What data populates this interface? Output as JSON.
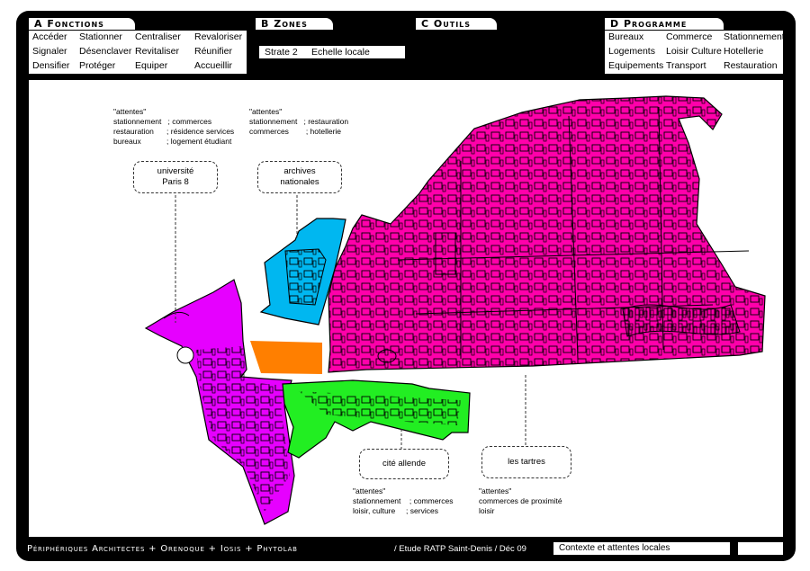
{
  "sections": {
    "fonctions": {
      "title": "A Fonctions",
      "items": [
        "Accéder",
        "Stationner",
        "Centraliser",
        "Revaloriser",
        "Signaler",
        "Désenclaver",
        "Revitaliser",
        "Réunifier",
        "Densifier",
        "Protéger",
        "Equiper",
        "Accueillir"
      ]
    },
    "zones": {
      "title": "B Zones",
      "strate": "Strate 2",
      "echelle": "Echelle locale"
    },
    "outils": {
      "title": "C Outils"
    },
    "programme": {
      "title": "D Programme",
      "items": [
        "Bureaux",
        "Commerce",
        "Stationnement",
        "Logements",
        "Loisir Culture",
        "Hotellerie",
        "Equipements",
        "Transport",
        "Restauration"
      ]
    }
  },
  "map": {
    "colors": {
      "magenta": "#ff00aa",
      "violet": "#e600ff",
      "cyan": "#00b7f0",
      "orange": "#ff7f00",
      "green": "#22ee22"
    },
    "notes": {
      "paris8": "\"attentes\"\nstationnement   ; commerces\nrestauration      ; résidence services\nbureaux            ; logement étudiant",
      "archives": "\"attentes\"\nstationnement   ; restauration\ncommerces        ; hotellerie",
      "cite": "\"attentes\"\nstationnement    ; commerces\nloisir, culture     ; services",
      "tartres": "\"attentes\"\ncommerces de proximité\nloisir"
    },
    "callouts": {
      "paris8": "université\nParis 8",
      "archives": "archives\nnationales",
      "cite": "cité allende",
      "tartres": "les tartres"
    }
  },
  "footer": {
    "credits": "Périphériques Architectes + Orenoque + Iosis + Phytolab",
    "project": "/ Etude RATP Saint-Denis / Déc 09",
    "title": "Contexte et attentes locales",
    "blank": ""
  }
}
